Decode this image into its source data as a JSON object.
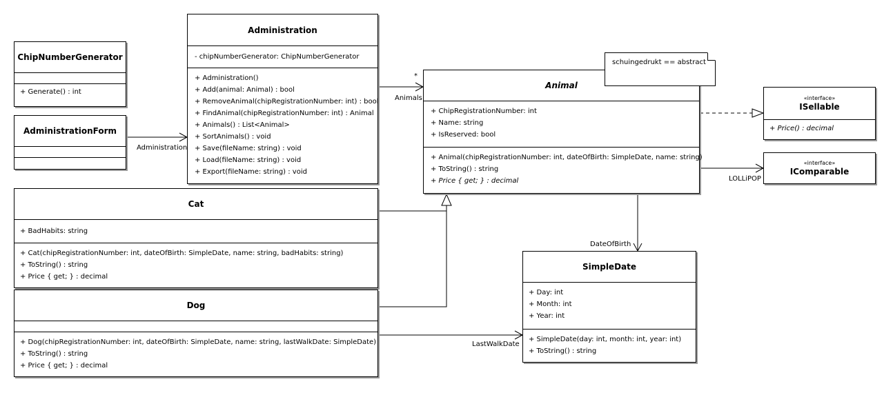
{
  "classes": {
    "chip_number_generator": {
      "name": "ChipNumberGenerator",
      "operations": [
        "+ Generate() : int"
      ]
    },
    "administration_form": {
      "name": "AdministrationForm"
    },
    "administration": {
      "name": "Administration",
      "attributes": [
        "- chipNumberGenerator: ChipNumberGenerator"
      ],
      "operations": [
        "+ Administration()",
        "+ Add(animal: Animal) : bool",
        "+ RemoveAnimal(chipRegistrationNumber: int) : bool",
        "+ FindAnimal(chipRegistrationNumber: int) : Animal",
        "+ Animals() : List<Animal>",
        "+ SortAnimals() : void",
        "+ Save(fileName: string) : void",
        "+ Load(fileName: string) : void",
        "+ Export(fileName: string) : void"
      ]
    },
    "animal": {
      "name": "Animal",
      "attributes": [
        "+ ChipRegistrationNumber: int",
        "+ Name: string",
        "+ IsReserved: bool"
      ],
      "operations": [
        "+ Animal(chipRegistrationNumber: int, dateOfBirth: SimpleDate, name: string)",
        "+ ToString() : string",
        "+ Price { get; } : decimal"
      ]
    },
    "cat": {
      "name": "Cat",
      "attributes": [
        "+ BadHabits: string"
      ],
      "operations": [
        "+ Cat(chipRegistrationNumber: int, dateOfBirth: SimpleDate, name: string, badHabits: string)",
        "+ ToString() : string",
        "+ Price { get; } : decimal"
      ]
    },
    "dog": {
      "name": "Dog",
      "operations": [
        "+ Dog(chipRegistrationNumber: int, dateOfBirth: SimpleDate, name: string, lastWalkDate: SimpleDate)",
        "+ ToString() : string",
        "+ Price { get; } : decimal"
      ]
    },
    "simple_date": {
      "name": "SimpleDate",
      "attributes": [
        "+ Day: int",
        "+ Month: int",
        "+ Year: int"
      ],
      "operations": [
        "+ SimpleDate(day: int, month: int, year: int)",
        "+ ToString() : string"
      ]
    },
    "isellable": {
      "stereotype": "«interface»",
      "name": "ISellable",
      "operations": [
        "+ Price() : decimal"
      ]
    },
    "icomparable": {
      "stereotype": "«interface»",
      "name": "IComparable"
    }
  },
  "note": {
    "text": "schuingedrukt == abstract"
  },
  "labels": {
    "administration_role": "Administration",
    "animals_role": "Animals",
    "animals_multiplicity": "*",
    "date_of_birth_role": "DateOfBirth",
    "last_walk_date_role": "LastWalkDate",
    "lollipop": "LOLLiPOP"
  }
}
